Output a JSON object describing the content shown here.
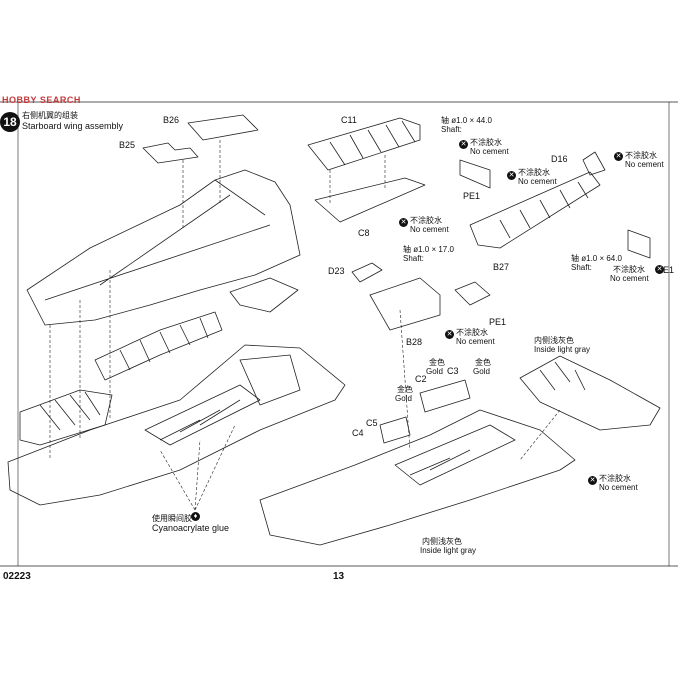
{
  "watermark": "HOBBY SEARCH",
  "step": {
    "number": "18",
    "title_cn": "右侧机翼的组装",
    "title_en": "Starboard wing assembly"
  },
  "parts": {
    "b26": "B26",
    "b25": "B25",
    "c11": "C11",
    "c8": "C8",
    "d16": "D16",
    "d23": "D23",
    "b28": "B28",
    "b27": "B27",
    "pe1_a": "PE1",
    "pe1_b": "PE1",
    "pe1_c": "PE1",
    "c2": "C2",
    "c3": "C3",
    "c4": "C4",
    "c5": "C5"
  },
  "shafts": {
    "shaft1_cn": "轴",
    "shaft1_size": "ø1.0 × 44.0",
    "shaft1_en": "Shaft:",
    "shaft2_cn": "轴",
    "shaft2_size": "ø1.0 × 17.0",
    "shaft2_en": "Shaft:",
    "shaft3_cn": "轴",
    "shaft3_size": "ø1.0 × 64.0",
    "shaft3_en": "Shaft:"
  },
  "no_cement": {
    "cn": "不涂胶水",
    "en": "No cement"
  },
  "colors_notes": {
    "gold_cn": "金色",
    "gold_en": "Gold",
    "inside_gray_cn": "内侧浅灰色",
    "inside_gray_en": "Inside light gray"
  },
  "glue": {
    "cn": "使用瞬间胶",
    "en": "Cyanoacrylate glue"
  },
  "footer": {
    "kit_number": "02223",
    "page_number": "13"
  },
  "icon_glyphs": {
    "no_cement": "✕",
    "glue": "♦"
  }
}
